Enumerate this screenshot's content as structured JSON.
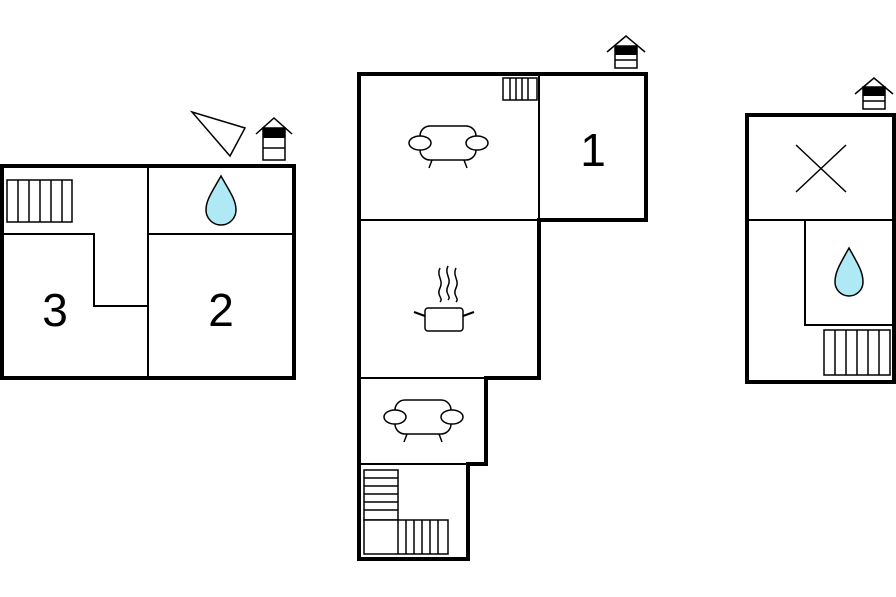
{
  "floors": [
    {
      "name": "left-floor",
      "rooms": [
        {
          "label": "3",
          "type": "bedroom"
        },
        {
          "label": "2",
          "type": "bedroom"
        }
      ],
      "icons": [
        "stairs-icon",
        "bathroom-water-drop-icon",
        "compass-direction-icon",
        "house-entrance-icon"
      ]
    },
    {
      "name": "center-floor",
      "rooms": [
        {
          "label": "1",
          "type": "bedroom"
        },
        {
          "label": "",
          "type": "living-room"
        },
        {
          "label": "",
          "type": "kitchen"
        },
        {
          "label": "",
          "type": "living-room"
        },
        {
          "label": "",
          "type": "stairs"
        }
      ],
      "icons": [
        "radiator-icon",
        "sofa-icon",
        "cooking-pot-icon",
        "sofa-icon",
        "stairs-icon",
        "house-entrance-icon"
      ]
    },
    {
      "name": "right-floor",
      "rooms": [
        {
          "label": "",
          "type": "other"
        },
        {
          "label": "",
          "type": "bathroom"
        }
      ],
      "icons": [
        "cross-icon",
        "bathroom-water-drop-icon",
        "stairs-icon",
        "house-entrance-icon"
      ]
    }
  ],
  "labels": {
    "room_3": "3",
    "room_2": "2",
    "room_1": "1"
  },
  "colors": {
    "wall": "#000000",
    "water": "#aee9f5",
    "background": "#ffffff"
  }
}
